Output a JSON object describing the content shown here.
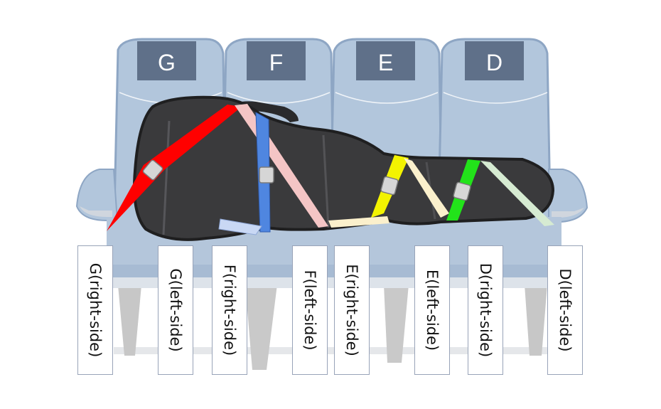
{
  "seats": [
    {
      "letter": "G"
    },
    {
      "letter": "F"
    },
    {
      "letter": "E"
    },
    {
      "letter": "D"
    }
  ],
  "strap_labels": [
    "G(right-side)",
    "G(left-side)",
    "F(right-side)",
    "F(left-side)",
    "E(right-side)",
    "E(left-side)",
    "D(right-side)",
    "D(left-side)"
  ],
  "colors": {
    "seat_back": "#b2c6dc",
    "seat_edge": "#8ea6c4",
    "headrest_plate": "#5f7089",
    "headrest_letter": "#ffffff",
    "case_body": "#3a3a3c",
    "strap_G": "#ff0000",
    "strap_G_tail": "#f4c5c5",
    "strap_F": "#4f86e0",
    "strap_F_tail": "#c9d8f4",
    "strap_E": "#f3f300",
    "strap_E_tail": "#fbf0cc",
    "strap_D": "#22e31a",
    "strap_D_tail": "#d6ebd2"
  }
}
